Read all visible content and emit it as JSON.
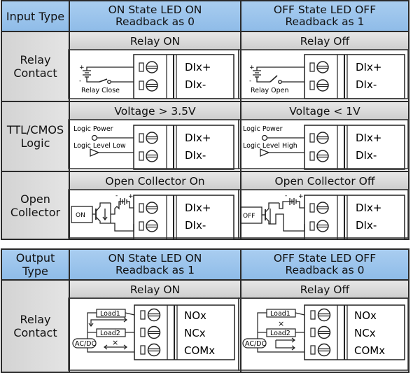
{
  "input_table": {
    "header": {
      "type_label": "Input Type",
      "on_state": [
        "ON State LED ON",
        "Readback as 0"
      ],
      "off_state": [
        "OFF State LED OFF",
        "Readback as 1"
      ]
    },
    "rows": [
      {
        "type": [
          "Relay",
          "Contact"
        ],
        "on_label": "Relay ON",
        "off_label": "Relay Off",
        "on_caption": "Relay Close",
        "off_caption": "Relay Open",
        "terminals": [
          "DIx+",
          "DIx-"
        ]
      },
      {
        "type": [
          "TTL/CMOS",
          "Logic"
        ],
        "on_label": "Voltage > 3.5V",
        "off_label": "Voltage < 1V",
        "power_label": "Logic Power",
        "on_caption": "Logic Level Low",
        "off_caption": "Logic Level High",
        "terminals": [
          "DIx+",
          "DIx-"
        ]
      },
      {
        "type": [
          "Open",
          "Collector"
        ],
        "on_label": "Open Collector On",
        "off_label": "Open Collector Off",
        "on_caption": "ON",
        "off_caption": "OFF",
        "terminals": [
          "DIx+",
          "DIx-"
        ]
      }
    ]
  },
  "output_table": {
    "header": {
      "type_label": "Output Type",
      "on_state": [
        "ON State LED ON",
        "Readback as 1"
      ],
      "off_state": [
        "OFF State LED OFF",
        "Readback as 0"
      ]
    },
    "rows": [
      {
        "type": [
          "Relay",
          "Contact"
        ],
        "on_label": "Relay ON",
        "off_label": "Relay Off",
        "loads": [
          "Load1",
          "Load2"
        ],
        "source": "AC/DC",
        "open_mark": "×",
        "terminals": [
          "NOx",
          "NCx",
          "COMx"
        ]
      }
    ]
  },
  "colors": {
    "header_blue": "#a9cdf0",
    "side_gray": "#d8d8d8",
    "sub_gray": "#dadada",
    "line": "#2a2a2a"
  }
}
